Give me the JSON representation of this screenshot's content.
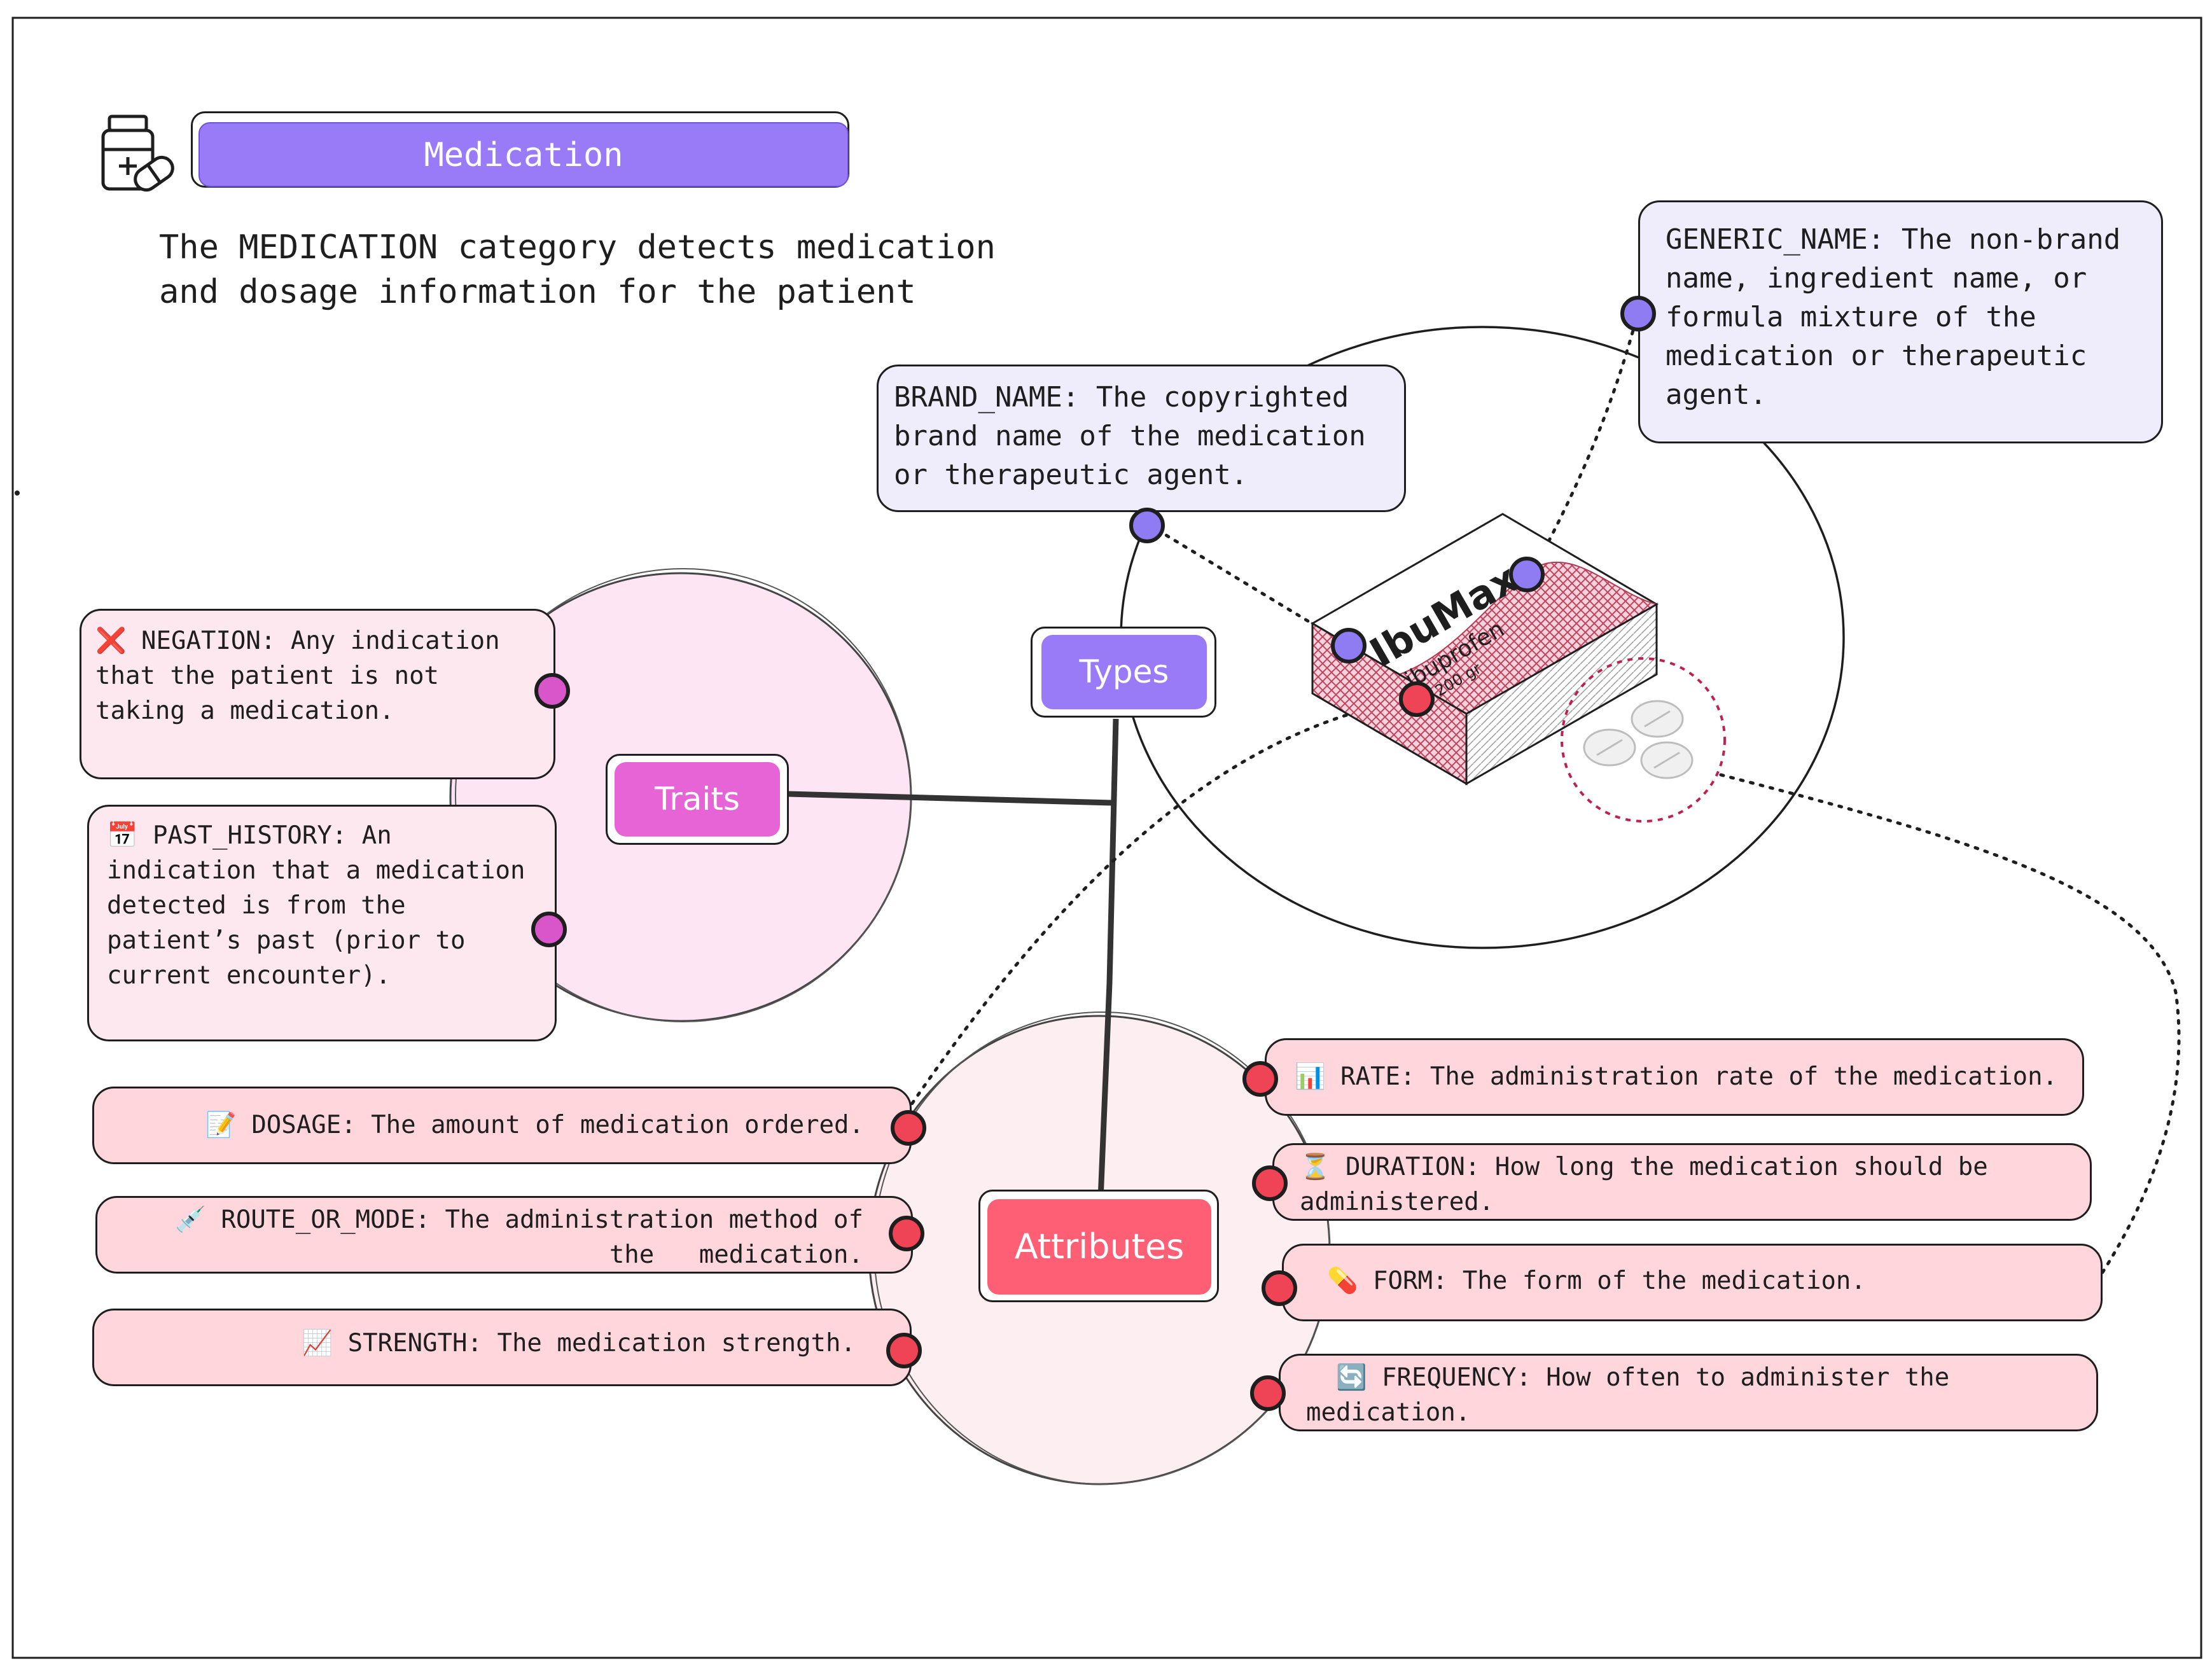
{
  "header": {
    "title": "Medication",
    "description_line1": "The MEDICATION category detects medication",
    "description_line2": "and dosage information for the patient"
  },
  "hubs": {
    "types": "Types",
    "traits": "Traits",
    "attributes": "Attributes"
  },
  "product": {
    "brand": "IbuMax",
    "generic": "ibuprofen",
    "amount": "200 gr"
  },
  "types": {
    "brand_name": {
      "line1": "BRAND_NAME: The copyrighted",
      "line2": "brand name of the medication",
      "line3": "or therapeutic agent."
    },
    "generic_name": {
      "line1": "GENERIC_NAME: The non-brand",
      "line2": "name, ingredient name, or",
      "line3": "formula mixture of the",
      "line4": "medication or therapeutic",
      "line5": "agent."
    }
  },
  "traits": {
    "negation": {
      "icon": "❌",
      "line1": "NEGATION: Any indication",
      "line2": "that the patient is not",
      "line3": "taking a medication."
    },
    "past_history": {
      "icon": "📅",
      "line1": "PAST_HISTORY: An",
      "line2": "indication that a medication",
      "line3": "detected is from the",
      "line4": "patient’s past (prior to",
      "line5": "current encounter)."
    }
  },
  "attributes": {
    "dosage": {
      "icon": "📝",
      "text": "DOSAGE: The amount of medication ordered."
    },
    "route_or_mode": {
      "icon": "💉",
      "line1": "ROUTE_OR_MODE: The administration method of",
      "line2": "the   medication."
    },
    "strength": {
      "icon": "📈",
      "text": "STRENGTH: The medication strength."
    },
    "rate": {
      "icon": "📊",
      "text": "RATE: The administration rate of the medication."
    },
    "duration": {
      "icon": "⏳",
      "line1": "DURATION: How long the medication should be",
      "line2": "administered."
    },
    "form": {
      "icon": "💊",
      "text": "FORM: The form of the medication."
    },
    "frequency": {
      "icon": "🔄",
      "line1": "FREQUENCY: How often to administer the",
      "line2": "medication."
    }
  },
  "colors": {
    "types_accent": "#9a7bf7",
    "traits_accent": "#e764d6",
    "attributes_accent": "#ff5f74",
    "attribute_card": "#ffd6dc",
    "trait_card": "#fde8ef",
    "type_card": "#efecfb"
  },
  "icons": {
    "header": "medicine-bottle-pill-icon"
  }
}
